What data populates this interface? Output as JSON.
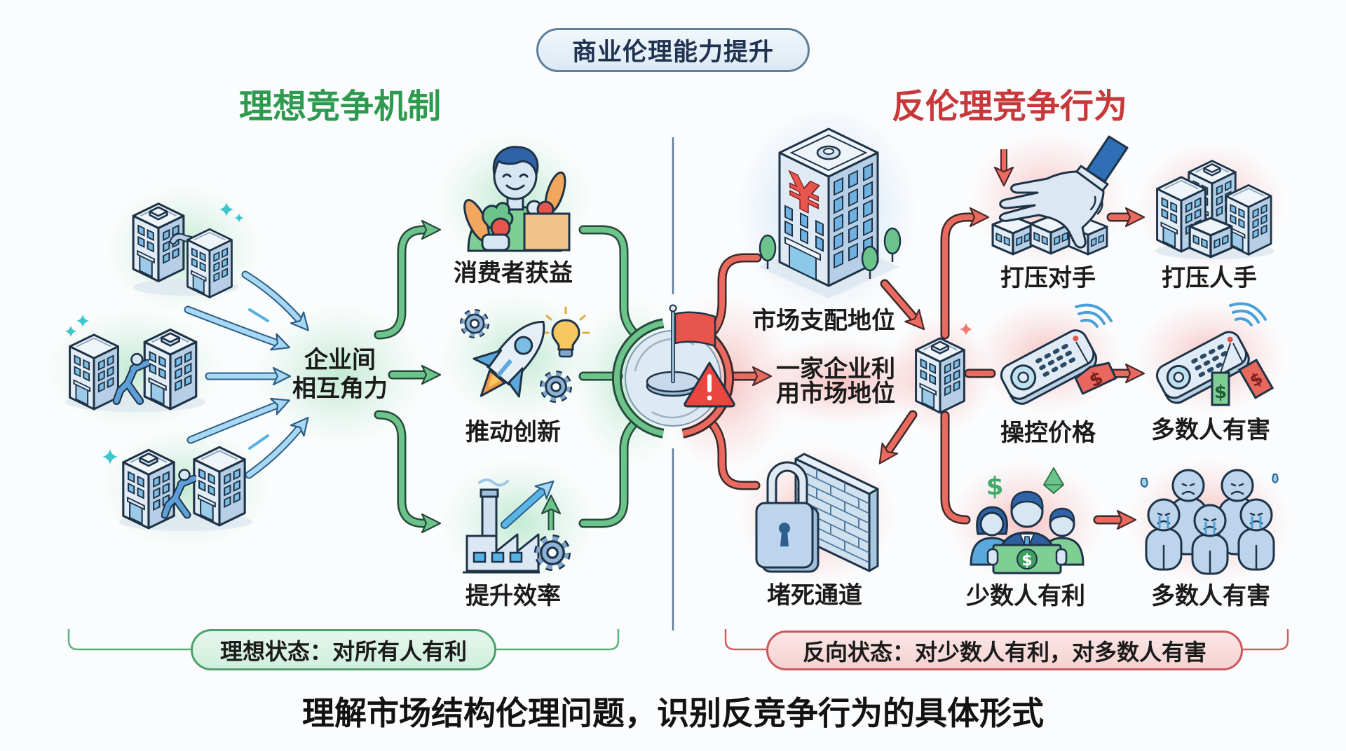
{
  "header": {
    "title": "商业伦理能力提升"
  },
  "ideal_section": {
    "heading": "理想竞争机制",
    "source": {
      "line1": "企业间",
      "line2": "相互角力",
      "icon": "competing-buildings-icon"
    },
    "outcomes": [
      {
        "label": "消费者获益",
        "icon": "consumer-groceries-icon"
      },
      {
        "label": "推动创新",
        "icon": "rocket-innovation-icon"
      },
      {
        "label": "提升效率",
        "icon": "factory-efficiency-icon"
      }
    ],
    "state": "理想状态：对所有人有利"
  },
  "center": {
    "icons": [
      "flag-icon",
      "warning-icon"
    ]
  },
  "unethical_section": {
    "heading": "反伦理竞争行为",
    "dominance": {
      "label": "市场支配地位",
      "icon": "yen-building-icon"
    },
    "abuse": {
      "line1": "一家企业利",
      "line2": "用市场地位",
      "icon": "building-icon"
    },
    "behaviors": [
      {
        "label": "打压对手",
        "icon": "hand-crushing-buildings-icon",
        "result": {
          "label": "打压人手",
          "icon": "city-buildings-icon"
        }
      },
      {
        "label": "操控价格",
        "icon": "remote-price-tag-icon",
        "result": {
          "label": "多数人有害",
          "icon": "remote-price-tags-icon"
        }
      },
      {
        "label": "少数人有利",
        "icon": "few-people-money-icon",
        "result": {
          "label": "多数人有害",
          "icon": "crying-people-icon"
        }
      },
      {
        "label": "堵死通道",
        "icon": "lock-wall-icon"
      }
    ],
    "state": "反向状态：对少数人有利，对多数人有害"
  },
  "footer": {
    "caption": "理解市场结构伦理问题，识别反竞争行为的具体形式"
  },
  "colors": {
    "ideal_green": "#2e9a50",
    "unethical_red": "#c8383a",
    "title_navy": "#1f3350"
  }
}
